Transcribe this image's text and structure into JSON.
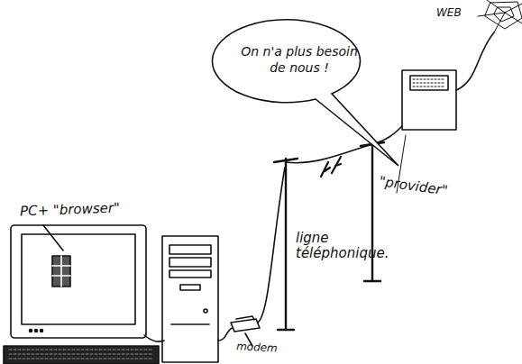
{
  "diagram": {
    "nodes": [
      {
        "text": [
          "On n'a plus besoin de nous !"
        ]
      }
    ],
    "labels": [
      "PC+ \"browser\"",
      "modem",
      "ligne téléphonique.",
      "\"provider\"",
      "WEB"
    ]
  }
}
